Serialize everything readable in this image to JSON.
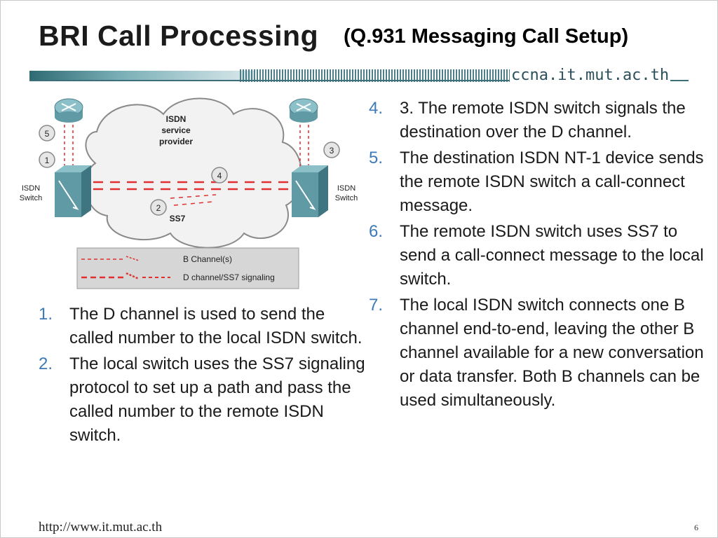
{
  "header": {
    "title": "BRI Call Processing",
    "subtitle": "(Q.931 Messaging Call Setup)",
    "brand_url": "ccna.it.mut.ac.th"
  },
  "diagram": {
    "cloud_label_lines": [
      "ISDN",
      "service",
      "provider"
    ],
    "ss7_label": "SS7",
    "left_switch_label": [
      "ISDN",
      "Switch"
    ],
    "right_switch_label": [
      "ISDN",
      "Switch"
    ],
    "step_markers": [
      "1",
      "2",
      "3",
      "4",
      "5"
    ],
    "legend": {
      "b_channel": "B Channel(s)",
      "d_channel": "D channel/SS7 signaling"
    },
    "colors": {
      "channel_line": "#e03030",
      "cloud_border": "#8a8a8a",
      "switch_fill": "#5f9aa5"
    }
  },
  "steps_left": [
    {
      "num": "1.",
      "text": "The D channel is used to send the called number to the local ISDN switch."
    },
    {
      "num": "2.",
      "text": "The local switch uses the SS7 signaling protocol to set up a path and pass the called number to the remote ISDN switch."
    }
  ],
  "steps_right": [
    {
      "num": "4.",
      "text": "3. The remote ISDN switch signals the destination over the D channel."
    },
    {
      "num": "5.",
      "text": "The destination ISDN NT-1 device sends the remote ISDN switch a call-connect message."
    },
    {
      "num": "6.",
      "text": "The remote ISDN switch uses SS7 to send a call-connect message to the local switch."
    },
    {
      "num": "7.",
      "text": "The local ISDN switch connects one B channel end-to-end, leaving the other B channel available for a new conversation or data transfer. Both B channels can be used simultaneously."
    }
  ],
  "footer": {
    "url": "http://www.it.mut.ac.th",
    "page": "6"
  }
}
